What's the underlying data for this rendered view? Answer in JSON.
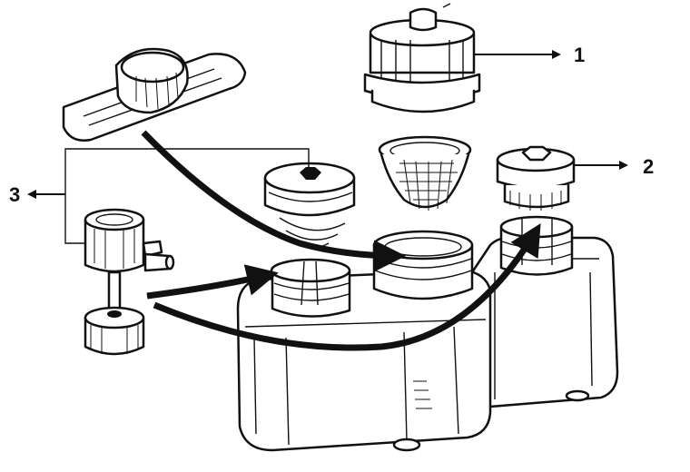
{
  "diagram": {
    "callouts": [
      "1",
      "2",
      "3"
    ],
    "parts": [
      "filler-cap",
      "strainer-basket",
      "reservoir-cap",
      "level-switch-float",
      "screw-plug",
      "float-valve-assembly",
      "fluid-reservoir"
    ]
  }
}
